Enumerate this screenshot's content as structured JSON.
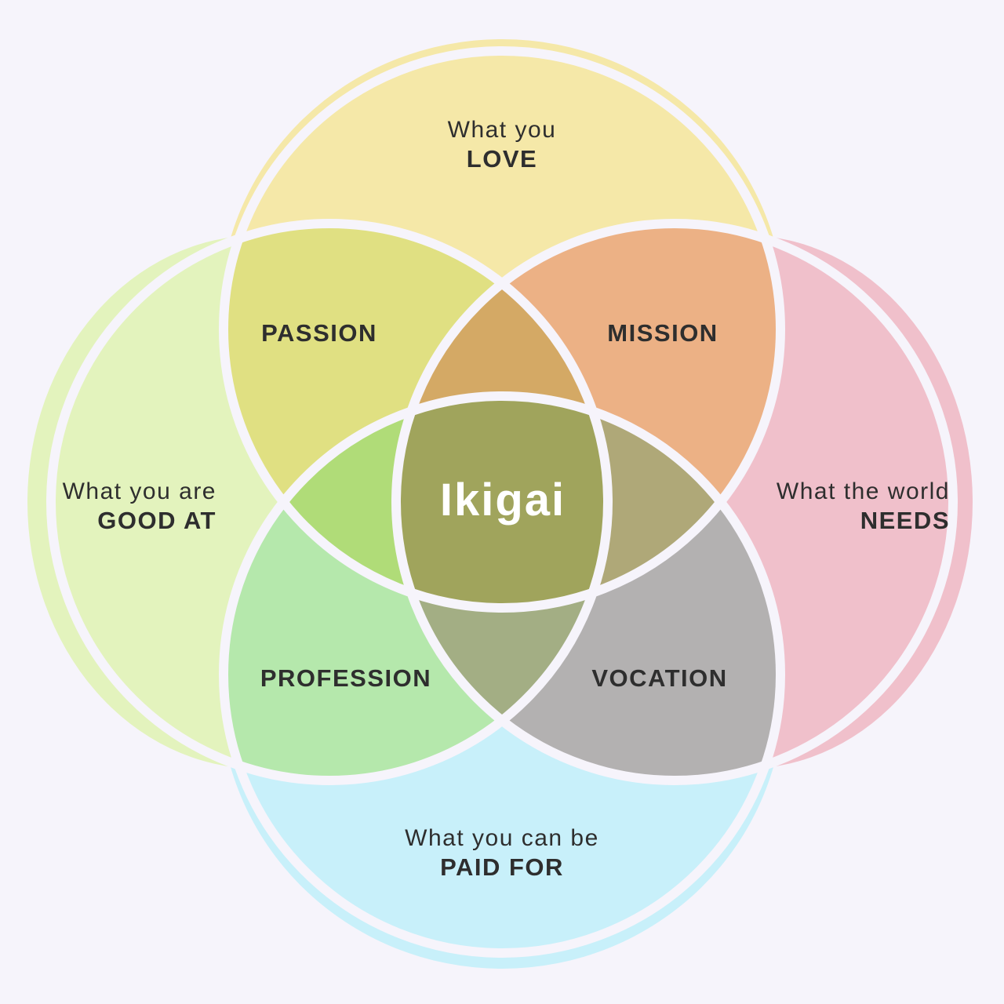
{
  "circles": {
    "love": {
      "line1": "What you",
      "line2": "LOVE",
      "color": "#f5e8a8"
    },
    "good_at": {
      "line1": "What you are",
      "line2": "GOOD AT",
      "color": "#e3f3bd"
    },
    "needs": {
      "line1": "What the world",
      "line2": "NEEDS",
      "color": "#f0c0cb"
    },
    "paid_for": {
      "line1": "What you can be",
      "line2": "PAID FOR",
      "color": "#c8f0fa"
    }
  },
  "regions": {
    "passion": {
      "label": "PASSION",
      "color": "#e0e082"
    },
    "mission": {
      "label": "MISSION",
      "color": "#ecb185"
    },
    "profession": {
      "label": "PROFESSION",
      "color": "#b5e8ac"
    },
    "vocation": {
      "label": "VOCATION",
      "color": "#b3b1b1"
    },
    "top_lens": {
      "color": "#d4a965"
    },
    "left_lens": {
      "color": "#b0dc78"
    },
    "right_lens": {
      "color": "#afa878"
    },
    "bottom_lens": {
      "color": "#a3ae84"
    }
  },
  "center": {
    "label": "Ikigai",
    "color": "#a0a45c"
  },
  "border_color": "#f6f4fb"
}
